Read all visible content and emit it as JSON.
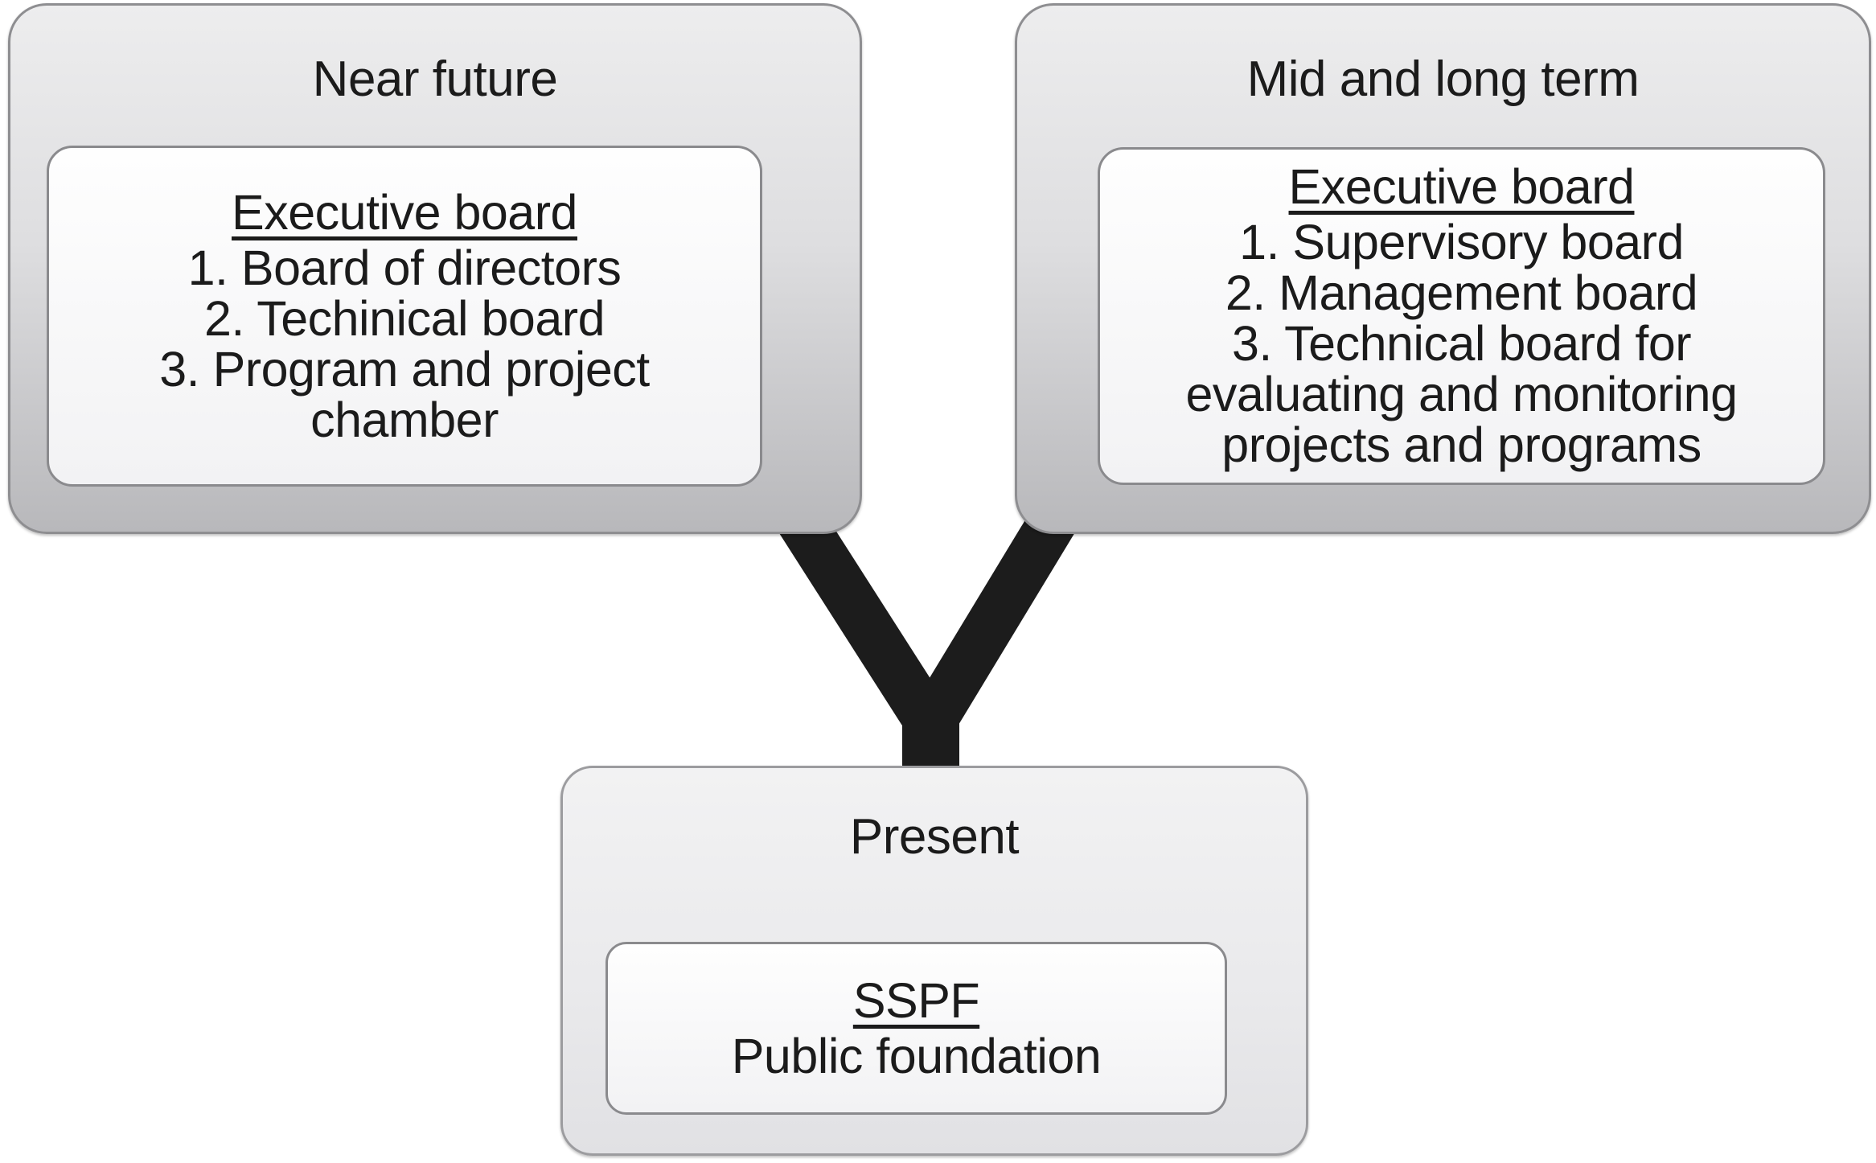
{
  "figure": {
    "background_color": "#ffffff",
    "text_color": "#1b1b1b",
    "connector_color": "#1c1c1c",
    "box_fill_top": "#ededee",
    "box_fill_bottom": "#b8b8bb",
    "panel_fill": "#fdfdfd",
    "border_color": "#8e8e91",
    "boxes": {
      "near_future": {
        "title": "Near future",
        "panel_heading": "Executive board",
        "items": [
          "1. Board of directors",
          "2. Techinical board",
          "3. Program and project\nchamber"
        ]
      },
      "mid_long_term": {
        "title": "Mid and long term",
        "panel_heading": "Executive board",
        "items": [
          "1. Supervisory board",
          "2. Management board",
          "3. Technical board for\nevaluating and monitoring\nprojects and programs"
        ]
      },
      "present": {
        "title": "Present",
        "panel_heading": "SSPF",
        "subtitle": "Public foundation"
      }
    }
  }
}
